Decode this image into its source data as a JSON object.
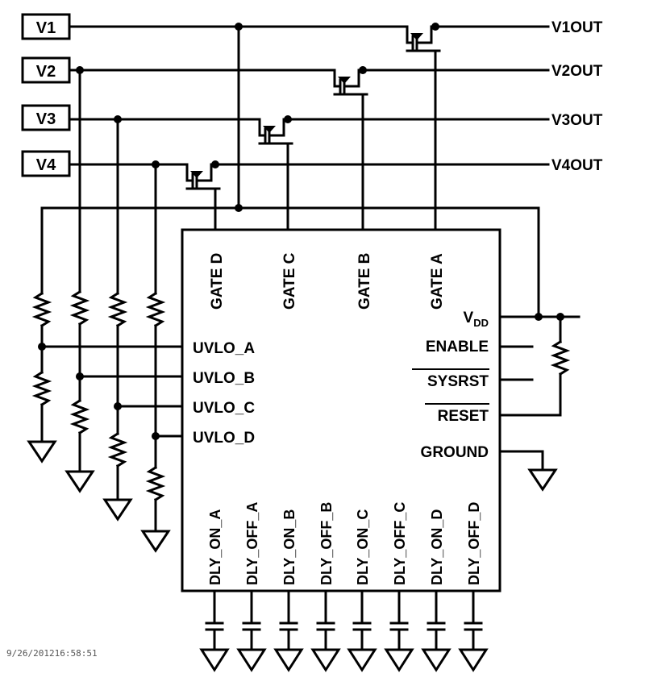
{
  "inputs": [
    "V1",
    "V2",
    "V3",
    "V4"
  ],
  "outputs": [
    "V1OUT",
    "V2OUT",
    "V3OUT",
    "V4OUT"
  ],
  "gate_pins": [
    "GATE D",
    "GATE C",
    "GATE B",
    "GATE A"
  ],
  "uvlo_pins": [
    "UVLO_A",
    "UVLO_B",
    "UVLO_C",
    "UVLO_D"
  ],
  "right_pins": {
    "vdd_main": "V",
    "vdd_sub": "DD",
    "enable": "ENABLE",
    "sysrst": "SYSRST",
    "reset": "RESET",
    "ground": "GROUND"
  },
  "delay_pins": [
    "DLY_ON_A",
    "DLY_OFF_A",
    "DLY_ON_B",
    "DLY_OFF_B",
    "DLY_ON_C",
    "DLY_OFF_C",
    "DLY_ON_D",
    "DLY_OFF_D"
  ],
  "timestamp": "9/26/201216:58:51"
}
